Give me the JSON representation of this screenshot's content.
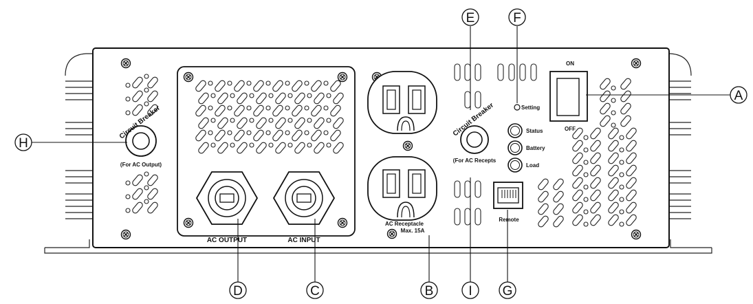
{
  "callouts": {
    "A": "A",
    "B": "B",
    "C": "C",
    "D": "D",
    "E": "E",
    "F": "F",
    "G": "G",
    "H": "H",
    "I": "I"
  },
  "labels": {
    "circuit_breaker": "Circuit Breaker",
    "for_ac_output": "(For AC Output)",
    "for_ac_recepts": "(For AC Recepts",
    "ac_output": "AC OUTPUT",
    "ac_input": "AC INPUT",
    "ac_receptacle": "AC Receptacle",
    "ac_receptacle_rating": "Max. 15A",
    "setting": "Setting",
    "status": "Status",
    "battery": "Battery",
    "load": "Load",
    "remote": "Remote",
    "switch_on": "ON",
    "switch_off": "OFF"
  }
}
